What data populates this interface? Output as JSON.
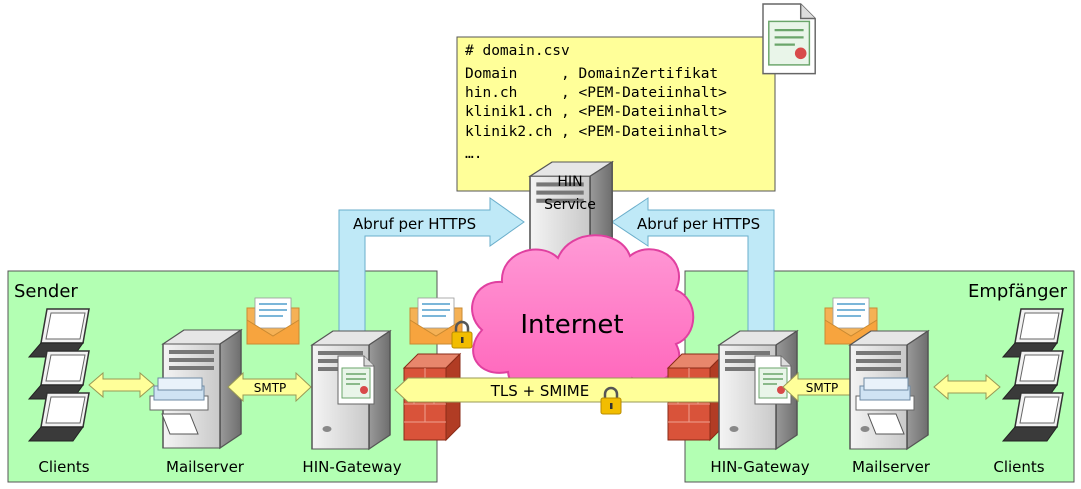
{
  "zones": {
    "sender": {
      "title": "Sender"
    },
    "receiver": {
      "title": "Empfänger"
    }
  },
  "csv_note": {
    "lines": [
      "# domain.csv",
      "Domain     , DomainZertifikat",
      "hin.ch     , <PEM-Dateiinhalt>",
      "klinik1.ch , <PEM-Dateiinhalt>",
      "klinik2.ch , <PEM-Dateiinhalt>",
      "…."
    ]
  },
  "hin_service": {
    "label_line1": "HIN",
    "label_line2": "Service"
  },
  "https_links": {
    "left": "Abruf per HTTPS",
    "right": "Abruf per HTTPS"
  },
  "cloud": {
    "label": "Internet"
  },
  "smtp": {
    "left": "SMTP",
    "right": "SMTP"
  },
  "tls": {
    "label": "TLS + SMIME"
  },
  "captions": {
    "sender_clients": "Clients",
    "sender_mailserver": "Mailserver",
    "sender_gateway": "HIN-Gateway",
    "receiver_gateway": "HIN-Gateway",
    "receiver_mailserver": "Mailserver",
    "receiver_clients": "Clients"
  },
  "colors": {
    "zone_fill": "#b3ffb3",
    "note_fill": "#ffff99",
    "https_arrow": "#bfe9f7",
    "cloud": "#ff7fc8",
    "smtp_arrow": "#ffff99",
    "firewall": "#d9533a",
    "envelope": "#f5b155",
    "lock": "#f2bd00"
  }
}
